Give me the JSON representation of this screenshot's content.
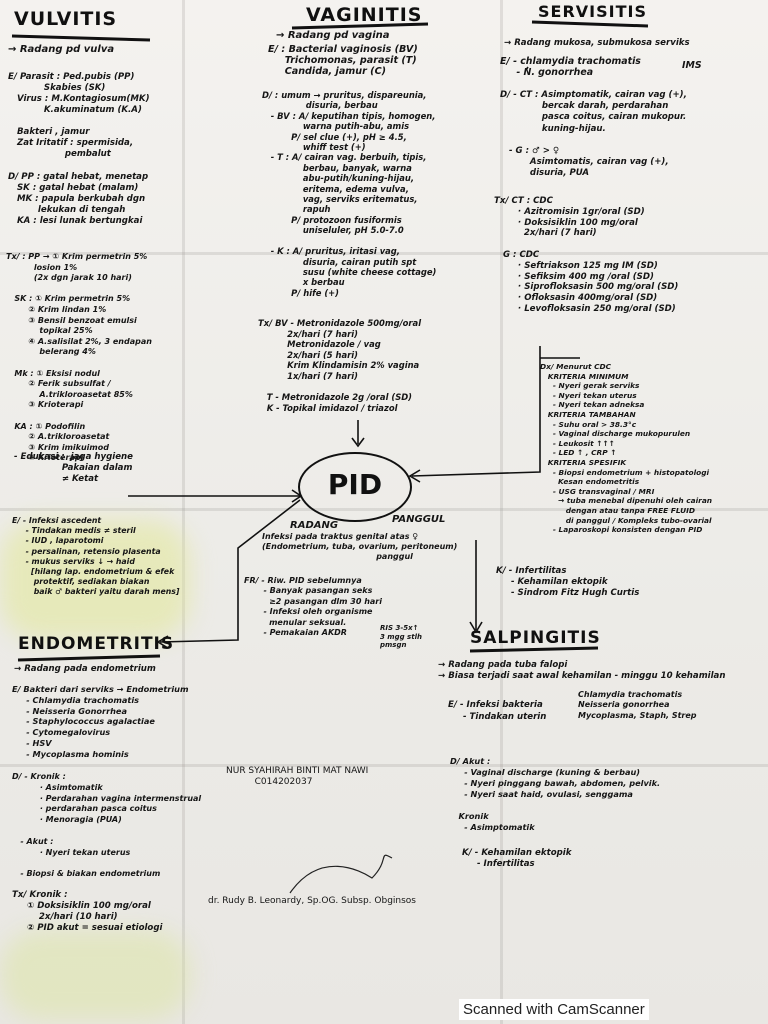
{
  "vulvitis": {
    "title": "VULVITIS",
    "def": "→ Radang pd vulva",
    "etiology": "E/ Parasit : Ped.pubis (PP)\n            Skabies (SK)\n   Virus : M.Kontagiosum(MK)\n            K.akuminatum (K.A)\n\n   Bakteri , jamur\n   Zat Iritatif : spermisida,\n                   pembalut",
    "diagnosis": "D/ PP : gatal hebat, menetap\n   SK : gatal hebat (malam)\n   MK : papula berkubah dgn\n          lekukan di tengah\n   KA : lesi lunak bertungkai",
    "treatment": "Tx/ : PP → ① Krim permetrin 5%\n          losion 1%\n          (2x dgn jarak 10 hari)\n\n   SK : ① Krim permetrin 5%\n        ② Krim lindan 1%\n        ③ Bensil benzoat emulsi\n            topikal 25%\n        ④ A.salisilat 2%, 3 endapan\n            belerang 4%\n\n   Mk : ① Eksisi nodul\n        ② Ferik subsulfat /\n            A.trikloroasetat 85%\n        ③ Krioterapi\n\n   KA : ① Podofilin\n        ② A.trikloroasetat\n        ③ Krim imikuimod\n        ④ Krioterapi",
    "education": "- Edukasi :  jaga hygiene\n                Pakaian dalam\n                ≠ Ketat"
  },
  "vaginitis": {
    "title": "VAGINITIS",
    "def": "→ Radang pd vagina",
    "etiology": "E/ : Bacterial vaginosis (BV)\n     Trichomonas, parasit (T)\n     Candida, jamur (C)",
    "diagnosis": "D/ : umum → pruritus, dispareunia,\n               disuria, berbau\n   - BV : A/ keputihan tipis, homogen,\n              warna putih-abu, amis\n          P/ sel clue (+), pH ≥ 4.5,\n              whiff test (+)\n   - T : A/ cairan vag. berbuih, tipis,\n              berbau, banyak, warna\n              abu-putih/kuning-hijau,\n              eritema, edema vulva,\n              vag, serviks eritematus,\n              rapuh\n          P/ protozoon fusiformis\n              uniseluler, pH 5.0-7.0\n\n   - K : A/ pruritus, iritasi vag,\n              disuria, cairan putih spt\n              susu (white cheese cottage)\n              x berbau\n          P/ hife (+)",
    "treatment": "Tx/ BV - Metronidazole 500mg/oral\n          2x/hari (7 hari)\n          Metronidazole / vag\n          2x/hari (5 hari)\n          Krim Klindamisin 2% vagina\n          1x/hari (7 hari)\n\n   T - Metronidazole 2g /oral (SD)\n   K - Topikal imidazol / triazol"
  },
  "servisitis": {
    "title": "SERVISITIS",
    "def": "→ Radang mukosa, submukosa serviks",
    "etiology": "E/ - chlamydia trachomatis\n     - N. gonorrhea",
    "ims": "IMS",
    "diagnosis": "D/ - CT : Asimptomatik, cairan vag (+),\n              bercak darah, perdarahan\n              pasca coitus, cairan mukopur.\n              kuning-hijau.\n\n   - G : ♂ > ♀\n          Asimtomatis, cairan vag (+),\n          disuria, PUA",
    "treatment": "Tx/ CT : CDC\n        · Azitromisin 1gr/oral (SD)\n        · Doksisiklin 100 mg/oral\n          2x/hari (7 hari)\n\n   G : CDC\n        · Seftriakson 125 mg IM (SD)\n        · Sefiksim 400 mg /oral (SD)\n        · Siprofloksasin 500 mg/oral (SD)\n        · Ofloksasin 400mg/oral (SD)\n        · Levofloksasin 250 mg/oral (SD)"
  },
  "pid": {
    "label": "PID",
    "name_1": "RADANG",
    "name_2": "PANGGUL",
    "def": "Infeksi pada traktus genital atas ♀\n(Endometrium, tuba, ovarium, peritoneum)\n                                         panggul",
    "criteria": "Dx/ Menurut CDC\n   KRITERIA MINIMUM\n     - Nyeri gerak serviks\n     - Nyeri tekan uterus\n     - Nyeri tekan adneksa\n   KRITERIA TAMBAHAN\n     - Suhu oral > 38.3°c\n     - Vaginal discharge mukopurulen\n     - Leukosit ↑↑↑\n     - LED ↑ , CRP ↑\n   KRITERIA SPESIFIK\n     - Biopsi endometrium + histopatologi\n       Kesan endometritis\n     - USG transvaginal / MRI\n       → tuba menebal dipenuhi oleh cairan\n          dengan atau tanpa FREE FLUID\n          di panggul / Kompleks tubo-ovarial\n     - Laparoskopi konsisten dengan PID",
    "etiology": "E/ - Infeksi ascedent\n     - Tindakan medis ≠ steril\n     - IUD , laparotomi\n     - persalinan, retensio plasenta\n     - mukus serviks ↓ → haid\n       [hilang lap. endometrium & efek\n        protektif, sediakan biakan\n        baik ♂ bakteri yaitu darah mens]",
    "risk": "FR/ - Riw. PID sebelumnya\n       - Banyak pasangan seks\n         ≥2 pasangan dlm 30 hari\n       - Infeksi oleh organisme\n         menular seksual.\n       - Pemakaian AKDR",
    "risk_note": "RIS 3-5x↑\n3 mgg stlh\npmsgn",
    "complications": "K/ - Infertilitas\n     - Kehamilan ektopik\n     - Sindrom Fitz Hugh Curtis"
  },
  "endometritis": {
    "title": "ENDOMETRITIS",
    "def": "→ Radang pada endometrium",
    "etiology": "E/ Bakteri dari serviks → Endometrium\n     - Chlamydia trachomatis\n     - Neisseria Gonorrhea\n     - Staphylococcus agalactiae\n     - Cytomegalovirus\n     - HSV\n     - Mycoplasma hominis",
    "diagnosis": "D/ - Kronik :\n          · Asimtomatik\n          · Perdarahan vagina intermenstrual\n          · perdarahan pasca coitus\n          · Menoragia (PUA)\n\n   - Akut :\n          · Nyeri tekan uterus\n\n   - Biopsi & biakan endometrium",
    "treatment": "Tx/ Kronik :\n     ① Doksisiklin 100 mg/oral\n         2x/hari (10 hari)\n     ② PID akut = sesuai etiologi"
  },
  "salpingitis": {
    "title": "SALPINGITIS",
    "def": "→ Radang pada tuba falopi\n→ Biasa terjadi saat awal kehamilan - minggu 10 kehamilan",
    "etiology_head": "E/ - Infeksi bakteria",
    "etiology_list": "Chlamydia trachomatis\nNeisseria gonorrhea\nMycoplasma, Staph, Strep",
    "etiology_extra": "     - Tindakan uterin",
    "diagnosis": "D/ Akut :\n     - Vaginal discharge (kuning & berbau)\n     - Nyeri pinggang bawah, abdomen, pelvik.\n     - Nyeri saat haid, ovulasi, senggama\n\n   Kronik\n     - Asimptomatik",
    "complications": "K/ - Kehamilan ektopik\n     - Infertilitas"
  },
  "footer": {
    "author": "NUR SYAHIRAH BINTI MAT NAWI\n          C014202037",
    "doctor": "dr. Rudy B. Leonardy, Sp.OG. Subsp. Obginsos",
    "scan": "Scanned with CamScanner"
  },
  "colors": {
    "ink": "#111111",
    "paper": "#f1efeb",
    "highlight": "#e9eaa6"
  }
}
